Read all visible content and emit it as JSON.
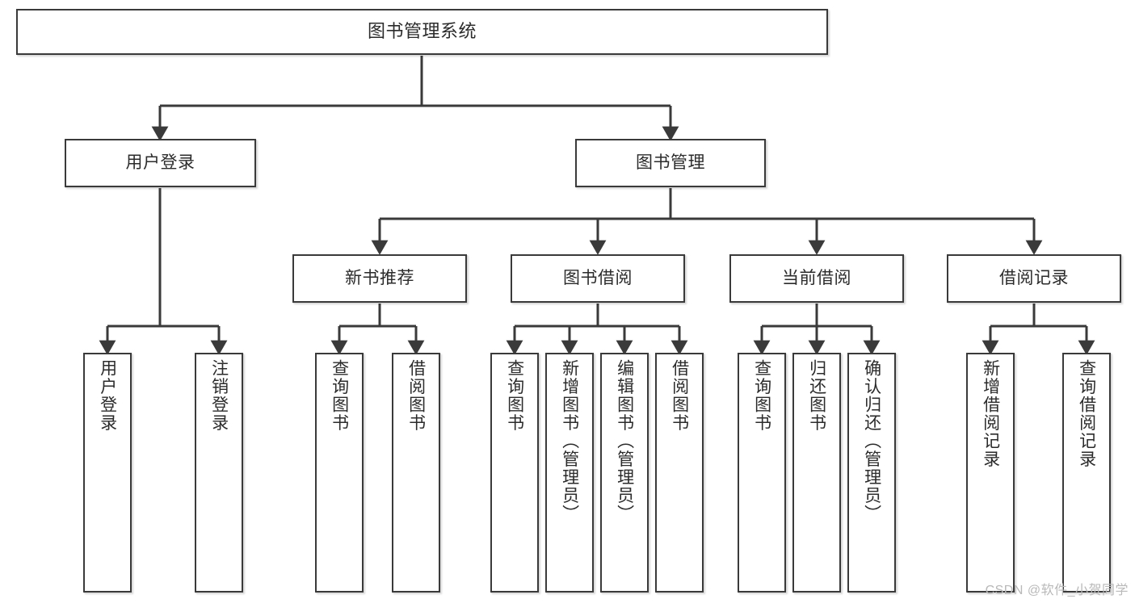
{
  "diagram": {
    "title": "图书管理系统",
    "type": "tree",
    "colors": {
      "box_border": "#3a3a3a",
      "box_fill": "#ffffff",
      "line": "#3a3a3a",
      "text": "#2b2b2b",
      "watermark": "#b9b9b9",
      "background": "#ffffff"
    },
    "root": {
      "label": "图书管理系统"
    },
    "level2": [
      {
        "label": "用户登录"
      },
      {
        "label": "图书管理"
      }
    ],
    "level3": [
      {
        "label": "新书推荐"
      },
      {
        "label": "图书借阅"
      },
      {
        "label": "当前借阅"
      },
      {
        "label": "借阅记录"
      }
    ],
    "leaves": {
      "user_login": [
        {
          "label": "用户登录"
        },
        {
          "label": "注销登录"
        }
      ],
      "new_book": [
        {
          "label": "查询图书"
        },
        {
          "label": "借阅图书"
        }
      ],
      "book_borrow": [
        {
          "label": "查询图书"
        },
        {
          "label": "新增图书（管理员）"
        },
        {
          "label": "编辑图书（管理员）"
        },
        {
          "label": "借阅图书"
        }
      ],
      "current_borrow": [
        {
          "label": "查询图书"
        },
        {
          "label": "归还图书"
        },
        {
          "label": "确认归还（管理员）"
        }
      ],
      "borrow_record": [
        {
          "label": "新增借阅记录"
        },
        {
          "label": "查询借阅记录"
        }
      ]
    }
  },
  "watermark": {
    "text": "CSDN @软件_小贺同学"
  }
}
